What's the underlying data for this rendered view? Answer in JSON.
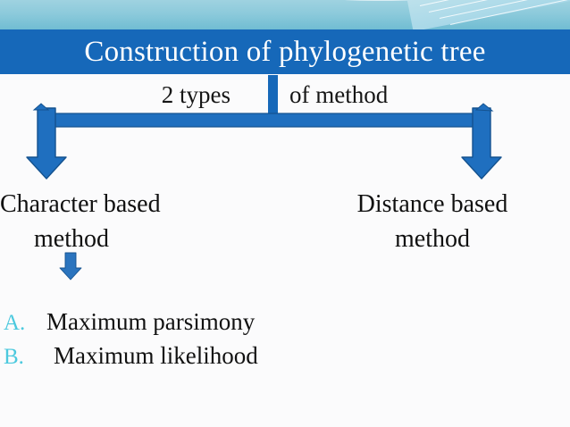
{
  "slide": {
    "title": "Construction of phylogenetic tree",
    "subtitle_left": "2  types",
    "subtitle_right": "of method",
    "branches": [
      {
        "name": "character-based",
        "line1": "Character based",
        "line2": "method"
      },
      {
        "name": "distance-based",
        "line1": "Distance based",
        "line2": "method"
      }
    ],
    "methods": [
      {
        "marker": "A.",
        "label": "Maximum parsimony"
      },
      {
        "marker": "B.",
        "label": "Maximum likelihood"
      }
    ],
    "colors": {
      "title_bar": "#1668b9",
      "arrow": "#1f6fbf",
      "arrow_stroke": "#14528f",
      "marker": "#4cc9de",
      "band_top": "#8ccadb",
      "background": "#fbfbfc",
      "text": "#101010"
    }
  }
}
